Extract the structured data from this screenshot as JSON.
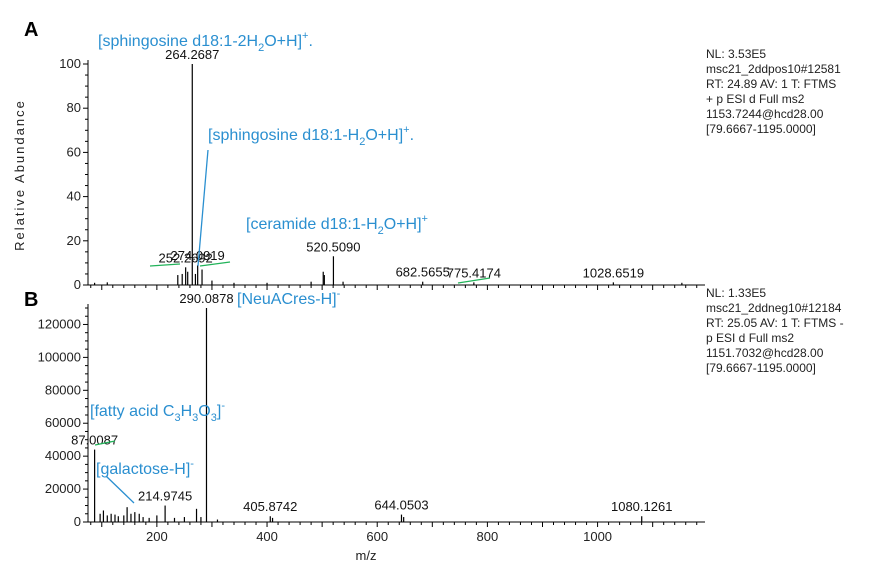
{
  "chart_data": [
    {
      "panel": "A",
      "type": "bar",
      "xlim": [
        75,
        1195
      ],
      "ylim": [
        0,
        100
      ],
      "yticks": [
        0,
        20,
        40,
        60,
        80,
        100
      ],
      "ylabel": "Relative Abundance",
      "xlabel": "",
      "peaks": [
        {
          "mz": 87,
          "value": 1
        },
        {
          "mz": 110,
          "value": 1.2
        },
        {
          "mz": 238,
          "value": 4.5
        },
        {
          "mz": 246,
          "value": 5
        },
        {
          "mz": 252.2692,
          "value": 8
        },
        {
          "mz": 256,
          "value": 6
        },
        {
          "mz": 264.2687,
          "value": 100
        },
        {
          "mz": 270,
          "value": 5
        },
        {
          "mz": 274.0919,
          "value": 9
        },
        {
          "mz": 282,
          "value": 7
        },
        {
          "mz": 300,
          "value": 2
        },
        {
          "mz": 340,
          "value": 1
        },
        {
          "mz": 400,
          "value": 1
        },
        {
          "mz": 480,
          "value": 1.5
        },
        {
          "mz": 502,
          "value": 6
        },
        {
          "mz": 504,
          "value": 4.5
        },
        {
          "mz": 520.509,
          "value": 13
        },
        {
          "mz": 538,
          "value": 1.5
        },
        {
          "mz": 682.5655,
          "value": 1.5
        },
        {
          "mz": 775.4174,
          "value": 1.2
        },
        {
          "mz": 1028.6519,
          "value": 1.2
        },
        {
          "mz": 1153,
          "value": 1
        }
      ],
      "peak_labels": [
        {
          "mz": 264.2687,
          "value": 100,
          "text": "264.2687"
        },
        {
          "mz": 252.2692,
          "value": 8,
          "text": "252.2692"
        },
        {
          "mz": 274.0919,
          "value": 9,
          "text": "274.0919"
        },
        {
          "mz": 520.509,
          "value": 13,
          "text": "520.5090"
        },
        {
          "mz": 682.5655,
          "value": 1.5,
          "text": "682.5655"
        },
        {
          "mz": 775.4174,
          "value": 1.2,
          "text": "775.4174"
        },
        {
          "mz": 1028.6519,
          "value": 1.2,
          "text": "1028.6519"
        }
      ],
      "annotations": [
        {
          "main": "[sphingosine d18:1-2H",
          "sub": "2",
          "rest": "O+H]",
          "sup": "+",
          "tail": "."
        },
        {
          "main": "[sphingosine d18:1-H",
          "sub": "2",
          "rest": "O+H]",
          "sup": "+",
          "tail": "."
        },
        {
          "main": "[ceramide d18:1-H",
          "sub": "2",
          "rest": "O+H]",
          "sup": "+",
          "tail": ""
        }
      ],
      "info": [
        "NL: 3.53E5",
        "msc21_2ddpos10#12581",
        "RT: 24.89  AV: 1 T: FTMS",
        "+ p ESI d Full ms2",
        "1153.7244@hcd28.00",
        "[79.6667-1195.0000]"
      ]
    },
    {
      "panel": "B",
      "type": "bar",
      "xlim": [
        75,
        1195
      ],
      "ylim": [
        0,
        130000
      ],
      "yticks": [
        0,
        20000,
        40000,
        60000,
        80000,
        100000,
        120000
      ],
      "xticks": [
        200,
        400,
        600,
        800,
        1000
      ],
      "xlabel": "m/z",
      "ylabel": "",
      "peaks": [
        {
          "mz": 87.0087,
          "value": 44000
        },
        {
          "mz": 97,
          "value": 5000
        },
        {
          "mz": 103,
          "value": 7000
        },
        {
          "mz": 110,
          "value": 4000
        },
        {
          "mz": 117,
          "value": 5000
        },
        {
          "mz": 124,
          "value": 4500
        },
        {
          "mz": 130,
          "value": 3500
        },
        {
          "mz": 140,
          "value": 4000
        },
        {
          "mz": 146,
          "value": 9000
        },
        {
          "mz": 153,
          "value": 5000
        },
        {
          "mz": 160,
          "value": 6000
        },
        {
          "mz": 168,
          "value": 5000
        },
        {
          "mz": 175,
          "value": 3000
        },
        {
          "mz": 186,
          "value": 2500
        },
        {
          "mz": 200,
          "value": 4000
        },
        {
          "mz": 214.9745,
          "value": 10000
        },
        {
          "mz": 232,
          "value": 2500
        },
        {
          "mz": 250,
          "value": 3000
        },
        {
          "mz": 272,
          "value": 8000
        },
        {
          "mz": 280,
          "value": 3000
        },
        {
          "mz": 290.0878,
          "value": 130000
        },
        {
          "mz": 310,
          "value": 1500
        },
        {
          "mz": 405.8742,
          "value": 3500
        },
        {
          "mz": 410,
          "value": 2500
        },
        {
          "mz": 644.0503,
          "value": 4500
        },
        {
          "mz": 648,
          "value": 3000
        },
        {
          "mz": 1080.1261,
          "value": 3500
        }
      ],
      "peak_labels": [
        {
          "mz": 290.0878,
          "value": 130000,
          "text": "290.0878"
        },
        {
          "mz": 87.0087,
          "value": 44000,
          "text": "87.0087"
        },
        {
          "mz": 214.9745,
          "value": 10000,
          "text": "214.9745"
        },
        {
          "mz": 405.8742,
          "value": 3500,
          "text": "405.8742"
        },
        {
          "mz": 644.0503,
          "value": 4500,
          "text": "644.0503"
        },
        {
          "mz": 1080.1261,
          "value": 3500,
          "text": "1080.1261"
        }
      ],
      "annotations": [
        {
          "main": "[NeuACres-H]",
          "sup": "-"
        },
        {
          "main": "[fatty acid C",
          "sub1": "3",
          "mid1": "H",
          "sub2": "3",
          "mid2": "O",
          "sub3": "3",
          "rest": "]",
          "sup": "-"
        },
        {
          "main": "[galactose-H]",
          "sup": "-"
        }
      ],
      "info": [
        "NL: 1.33E5",
        "msc21_2ddneg10#12184",
        "RT: 25.05  AV: 1 T: FTMS -",
        "p ESI d Full ms2",
        "1151.7032@hcd28.00",
        "[79.6667-1195.0000]"
      ]
    }
  ],
  "colors": {
    "annotation": "#2a8fd0",
    "leader": "#2a8fd0",
    "underline": "#22b35a",
    "axis": "#000000"
  }
}
